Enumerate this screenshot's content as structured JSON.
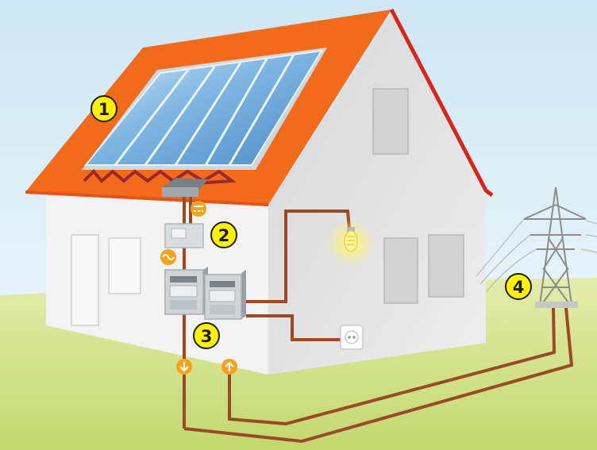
{
  "callouts": [
    {
      "id": "solar-panel",
      "label": "1"
    },
    {
      "id": "inverter",
      "label": "2"
    },
    {
      "id": "meters",
      "label": "3"
    },
    {
      "id": "grid-pylon",
      "label": "4"
    }
  ],
  "colors": {
    "sky_top": "#cfe7f4",
    "sky_bottom": "#eef7fb",
    "grass": "#cfe08a",
    "roof": "#f26b1d",
    "roof_edge": "#d9261c",
    "wall_front": "#f4f4f4",
    "wall_side": "#dcdcdc",
    "cable": "#9a4a24",
    "callout_fill": "#fff200",
    "flow_arrow": "#f7a21b",
    "bulb_glow": "#fff27a",
    "pylon": "#8c8c8c",
    "panel": "#5f9fd6"
  },
  "icons": {
    "dc_symbol": "dc-current-icon",
    "ac_symbol": "ac-current-icon",
    "arrow_down": "arrow-down-icon",
    "arrow_up": "arrow-up-icon",
    "bulb": "light-bulb-icon",
    "socket": "power-socket-icon",
    "pylon": "power-pylon-icon"
  }
}
